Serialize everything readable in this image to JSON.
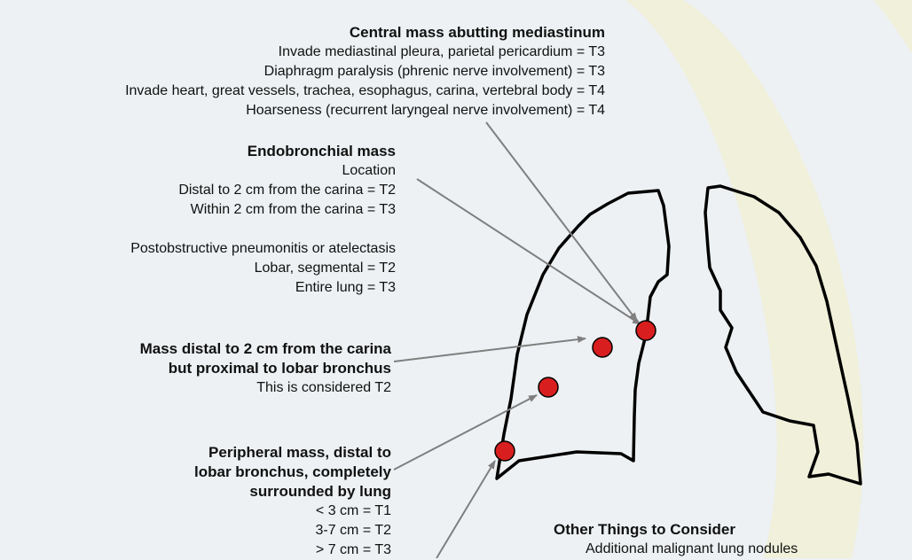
{
  "central": {
    "heading": "Central mass abutting mediastinum",
    "lines": [
      "Invade mediastinal pleura, parietal pericardium = T3",
      "Diaphragm paralysis (phrenic nerve involvement) = T3",
      "Invade heart, great vessels, trachea, esophagus, carina, vertebral body = T4",
      "Hoarseness (recurrent laryngeal nerve involvement) = T4"
    ]
  },
  "endobronchial": {
    "heading": "Endobronchial mass",
    "location": {
      "title": "Location",
      "lines": [
        "Distal to 2 cm from the carina = T2",
        "Within 2 cm from the carina = T3"
      ]
    },
    "postobstructive": {
      "title": "Postobstructive pneumonitis or atelectasis",
      "lines": [
        "Lobar, segmental = T2",
        "Entire lung = T3"
      ]
    }
  },
  "distal_mass": {
    "heading_lines": [
      "Mass distal to 2 cm from the carina",
      "but proximal to lobar bronchus"
    ],
    "note": "This is considered T2"
  },
  "peripheral": {
    "heading_lines": [
      "Peripheral mass, distal to",
      "lobar bronchus, completely",
      "surrounded by lung"
    ],
    "lines": [
      "< 3 cm = T1",
      "3-7 cm = T2",
      "> 7 cm = T3"
    ]
  },
  "other": {
    "heading": "Other Things to Consider",
    "lines": [
      "Additional malignant lung nodules"
    ]
  },
  "colors": {
    "mass_marker": "#d81e1e",
    "lung_outline": "#000000",
    "arrow": "#7f7f7f",
    "background": "#edf1f3",
    "decor_swoosh": "#efefd8"
  }
}
